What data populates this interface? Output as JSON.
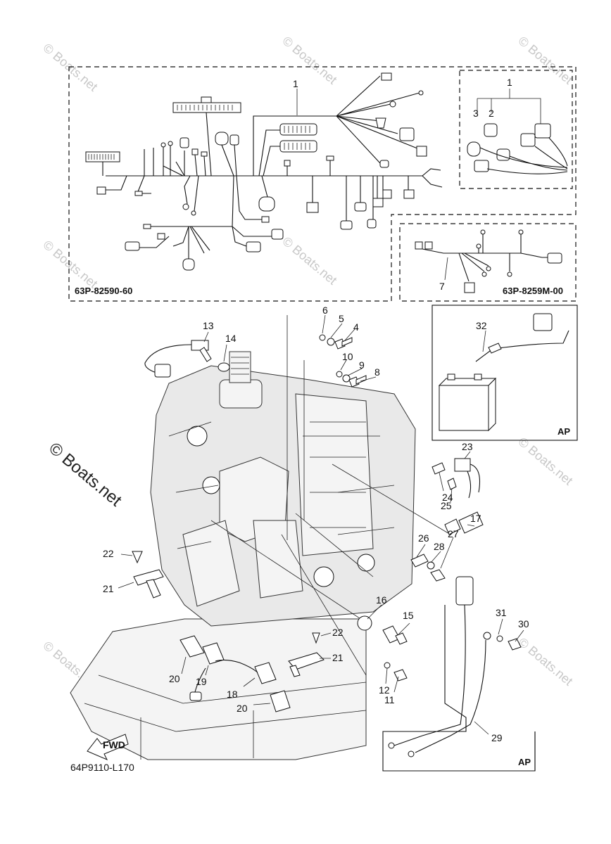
{
  "watermark": {
    "small": "© Boats.net",
    "large": "© Boats.net"
  },
  "codes": {
    "main_harness": "63P-82590-60",
    "sub_harness": "63P-8259M-00",
    "drawing": "64P9110-L170",
    "ap_battery": "AP",
    "ap_cable": "AP",
    "fwd": "FWD"
  },
  "callouts": {
    "c1a": "1",
    "c1b": "1",
    "c2": "2",
    "c3": "3",
    "c4": "4",
    "c5": "5",
    "c6": "6",
    "c7": "7",
    "c8": "8",
    "c9": "9",
    "c10": "10",
    "c11": "11",
    "c12": "12",
    "c13": "13",
    "c14": "14",
    "c15": "15",
    "c16": "16",
    "c17": "17",
    "c18": "18",
    "c19": "19",
    "c20a": "20",
    "c20b": "20",
    "c21a": "21",
    "c21b": "21",
    "c22a": "22",
    "c22b": "22",
    "c23": "23",
    "c24": "24",
    "c25": "25",
    "c26": "26",
    "c27": "27",
    "c28": "28",
    "c29": "29",
    "c30": "30",
    "c31": "31",
    "c32": "32"
  }
}
